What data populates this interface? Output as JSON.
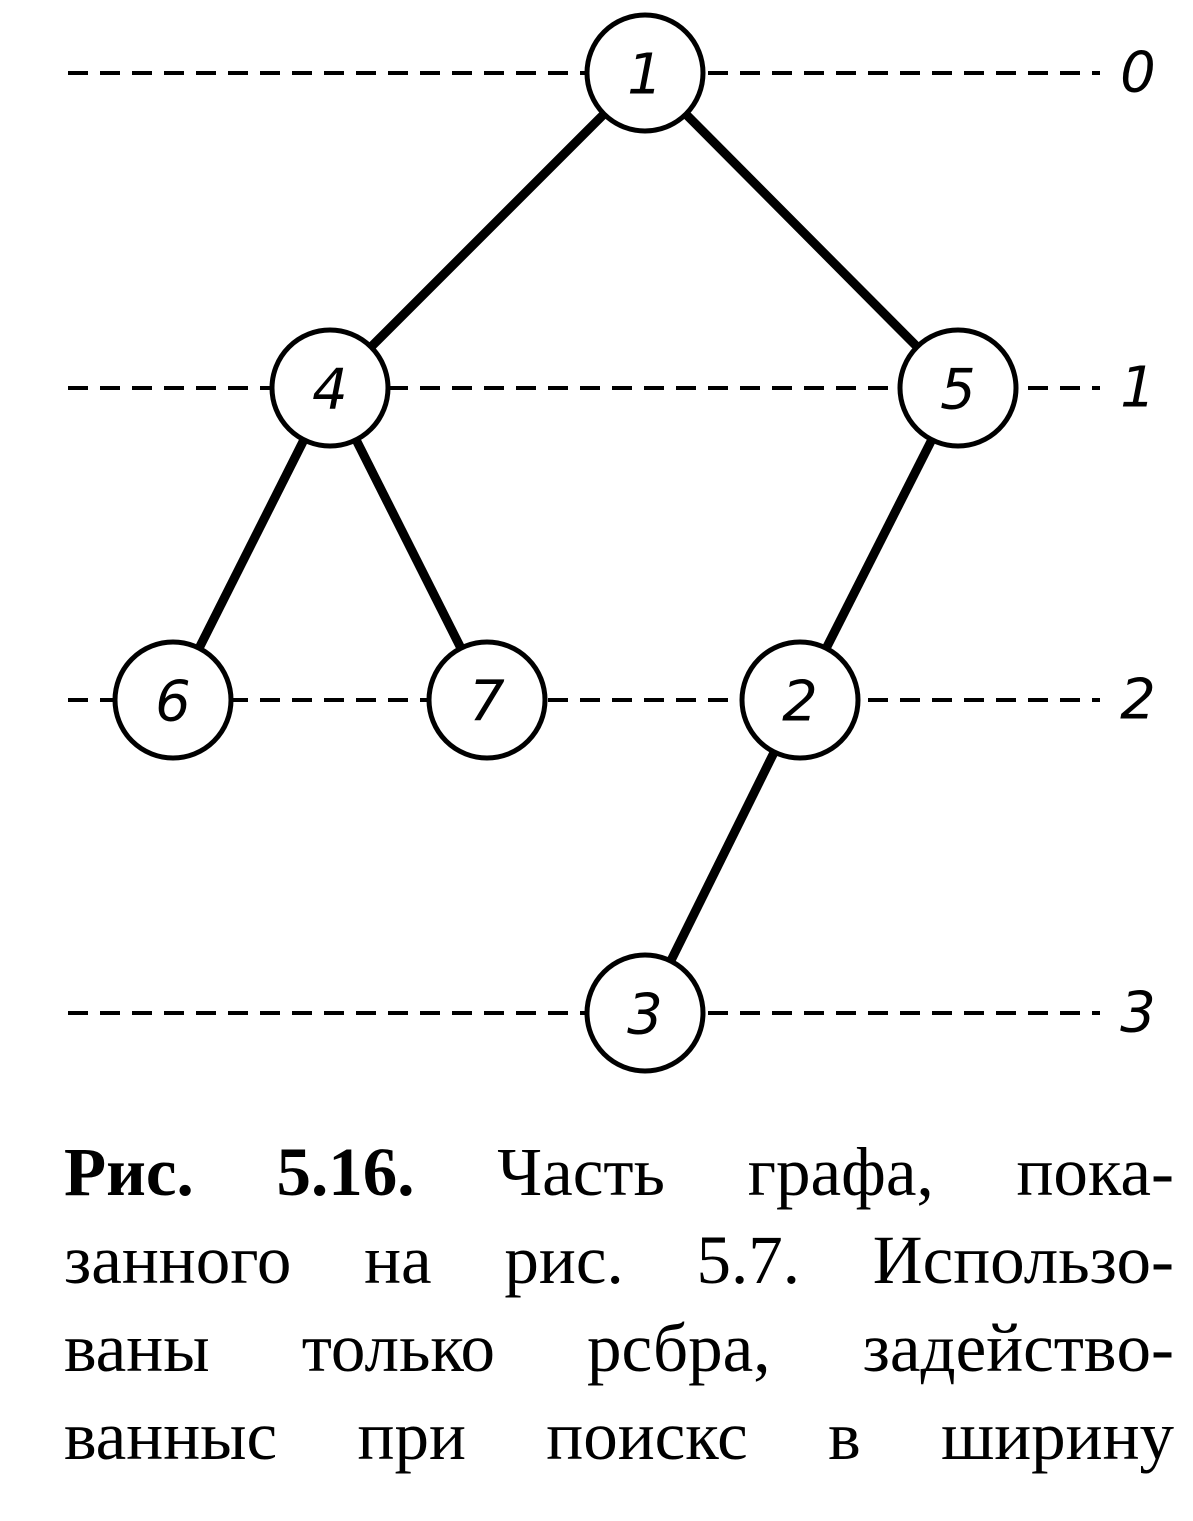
{
  "levels": [
    {
      "id": "0",
      "label": "0"
    },
    {
      "id": "1",
      "label": "1"
    },
    {
      "id": "2",
      "label": "2"
    },
    {
      "id": "3",
      "label": "3"
    }
  ],
  "nodes": [
    {
      "id": "1",
      "label": "1",
      "level": 0
    },
    {
      "id": "4",
      "label": "4",
      "level": 1
    },
    {
      "id": "5",
      "label": "5",
      "level": 1
    },
    {
      "id": "6",
      "label": "6",
      "level": 2
    },
    {
      "id": "7",
      "label": "7",
      "level": 2
    },
    {
      "id": "2",
      "label": "2",
      "level": 2
    },
    {
      "id": "3",
      "label": "3",
      "level": 3
    }
  ],
  "edges": [
    {
      "from": "1",
      "to": "4"
    },
    {
      "from": "1",
      "to": "5"
    },
    {
      "from": "4",
      "to": "6"
    },
    {
      "from": "4",
      "to": "7"
    },
    {
      "from": "5",
      "to": "2"
    },
    {
      "from": "2",
      "to": "3"
    }
  ],
  "caption": {
    "figure_ref": "Рис. 5.16.",
    "lines": [
      "Часть графа, пока-",
      "занного на рис. 5.7. Использо-",
      "ваны только рсбра, задействo-",
      "ванныс при поискс в ширину"
    ]
  }
}
